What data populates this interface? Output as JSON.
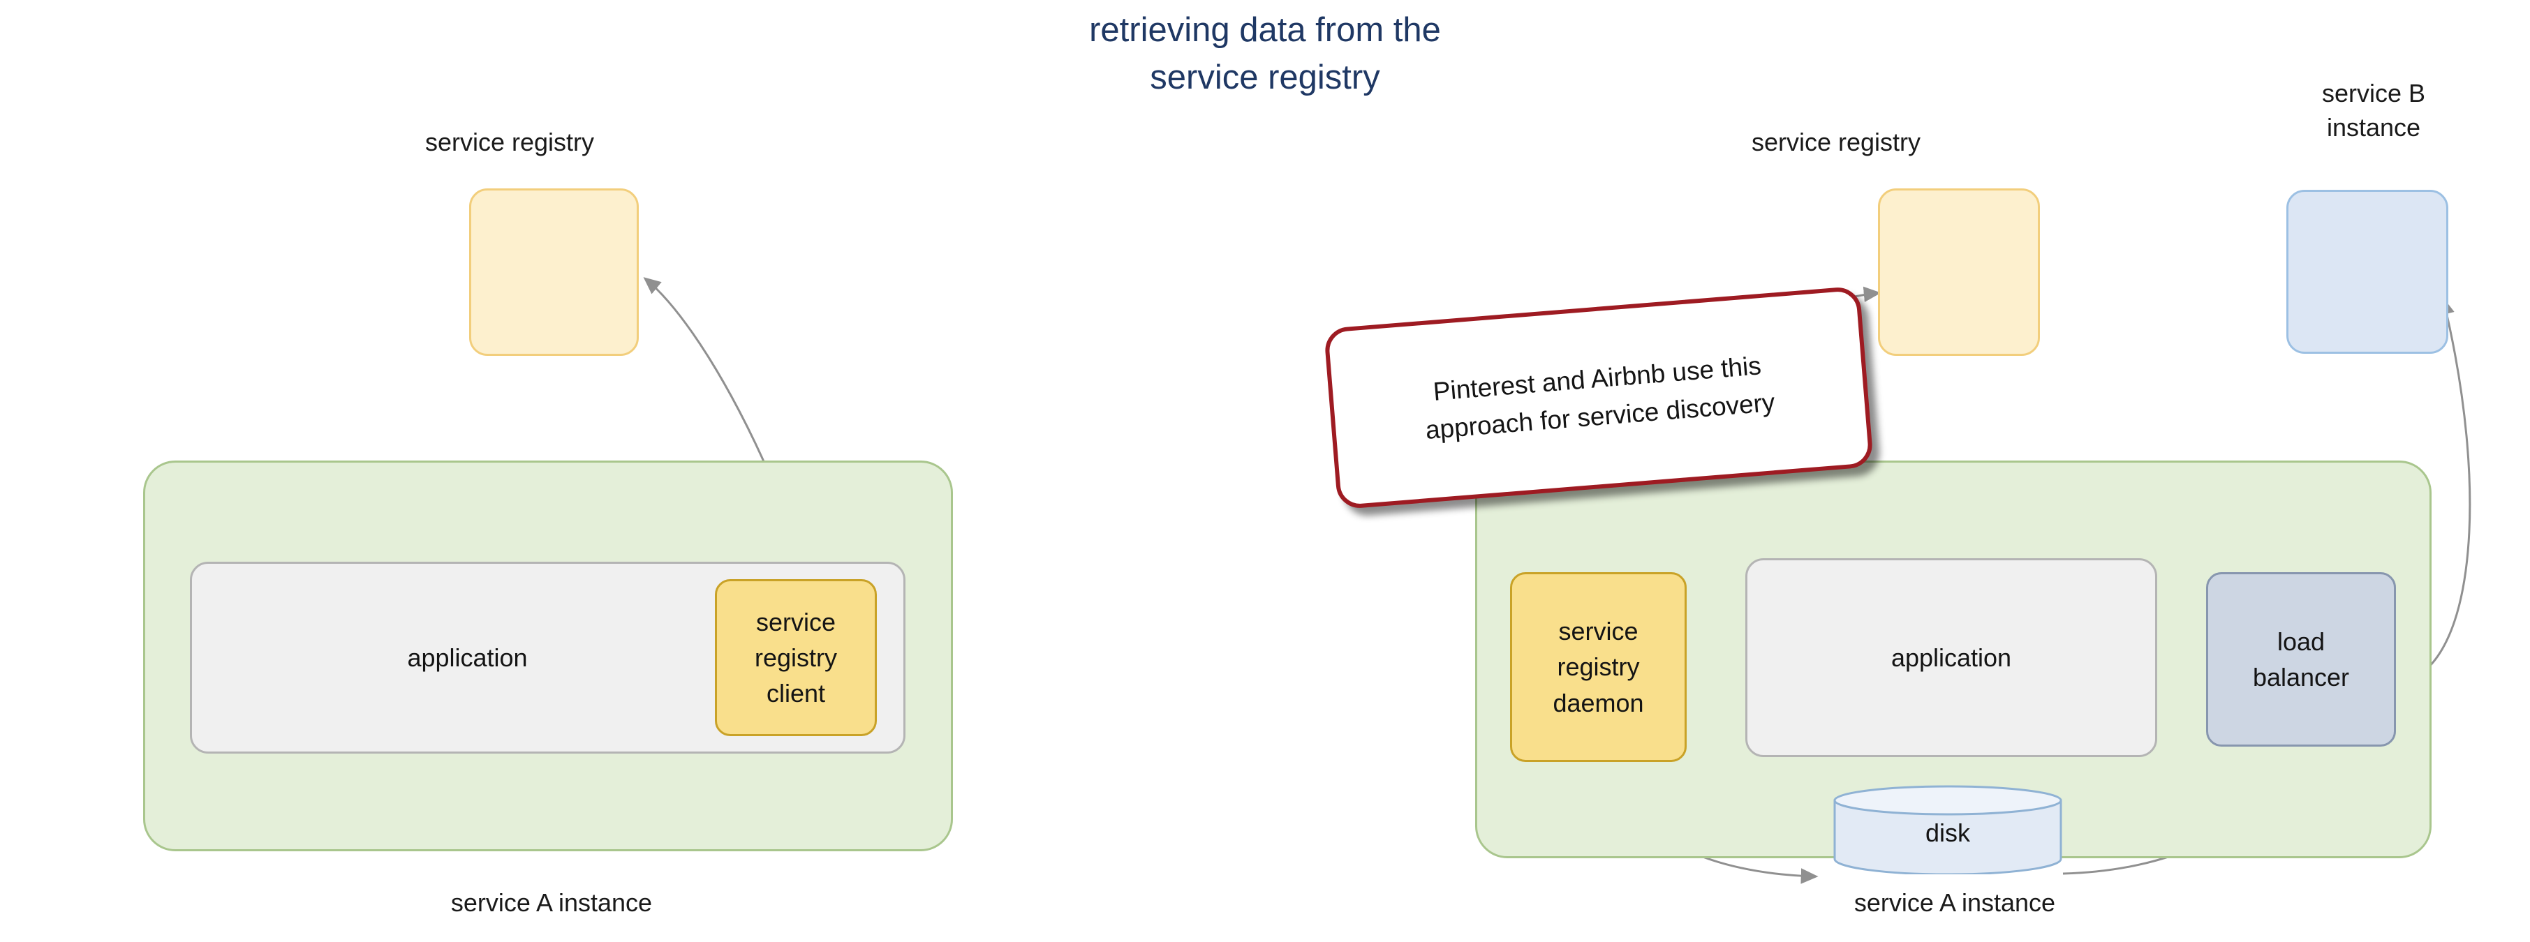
{
  "title": "retrieving data from the\nservice registry",
  "title_color": "#1F3864",
  "palette": {
    "registry_fill": "#FDF0CE",
    "registry_border": "#F2CE7C",
    "client_fill": "#F9DF8C",
    "client_border": "#C9A227",
    "instance_fill": "#E4EFD9",
    "instance_border": "#A9C68D",
    "application_fill": "#F0F0F0",
    "application_border": "#B4B4B4",
    "service_b_fill": "#DCE6F4",
    "service_b_border": "#9CC0E3",
    "load_balancer_fill": "#CDD6E3",
    "load_balancer_border": "#8796AE",
    "disk_fill": "#E2EAF5",
    "disk_border": "#8FB2D4",
    "callout_border": "#9E1B22",
    "arrow_color": "#808080"
  },
  "left_diagram": {
    "registry_caption": "service registry",
    "registry_box_label": "",
    "application_label": "application",
    "client_label": "service\nregistry\nclient",
    "instance_caption": "service A instance"
  },
  "right_diagram": {
    "registry_caption": "service registry",
    "registry_box_label": "",
    "service_b_caption": "service B\ninstance",
    "service_b_box_label": "",
    "daemon_label": "service\nregistry\ndaemon",
    "application_label": "application",
    "load_balancer_label": "load\nbalancer",
    "disk_label": "disk",
    "instance_caption": "service A instance"
  },
  "callout": {
    "text": "Pinterest and Airbnb use this\napproach for service discovery"
  }
}
